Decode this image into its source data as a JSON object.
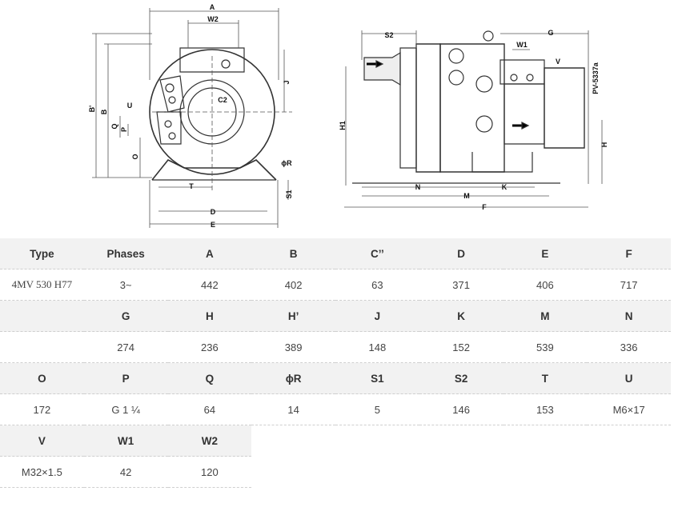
{
  "drawing": {
    "labels": {
      "A": "A",
      "W2": "W2",
      "B_prime": "B'",
      "B": "B",
      "U": "U",
      "Q": "Q",
      "P": "P",
      "C2": "C2",
      "J": "J",
      "O": "O",
      "T": "T",
      "D": "D",
      "E": "E",
      "phiR": "ϕR",
      "S1": "S1",
      "S2": "S2",
      "W1": "W1",
      "G": "G",
      "V": "V",
      "H1": "H1",
      "N": "N",
      "K": "K",
      "M": "M",
      "F": "F",
      "H": "H",
      "model_code": "PV-5337a"
    }
  },
  "table": {
    "rows": [
      {
        "kind": "hdr",
        "cells": [
          "Type",
          "Phases",
          "A",
          "B",
          "C’’",
          "D",
          "E",
          "F"
        ]
      },
      {
        "kind": "val",
        "cells": [
          "4MV 530 H77",
          "3~",
          "442",
          "402",
          "63",
          "371",
          "406",
          "717"
        ]
      },
      {
        "kind": "hdr",
        "cells": [
          "",
          "G",
          "H",
          "H’",
          "J",
          "K",
          "M",
          "N"
        ]
      },
      {
        "kind": "val",
        "cells": [
          "",
          "274",
          "236",
          "389",
          "148",
          "152",
          "539",
          "336"
        ]
      },
      {
        "kind": "hdr",
        "cells": [
          "O",
          "P",
          "Q",
          "ϕR",
          "S1",
          "S2",
          "T",
          "U"
        ]
      },
      {
        "kind": "val",
        "cells": [
          "172",
          "G 1 ¼",
          "64",
          "14",
          "5",
          "146",
          "153",
          "M6×17"
        ]
      },
      {
        "kind": "hdr",
        "cells": [
          "V",
          "W1",
          "W2"
        ]
      },
      {
        "kind": "val",
        "cells": [
          "M32×1.5",
          "42",
          "120"
        ]
      }
    ]
  }
}
